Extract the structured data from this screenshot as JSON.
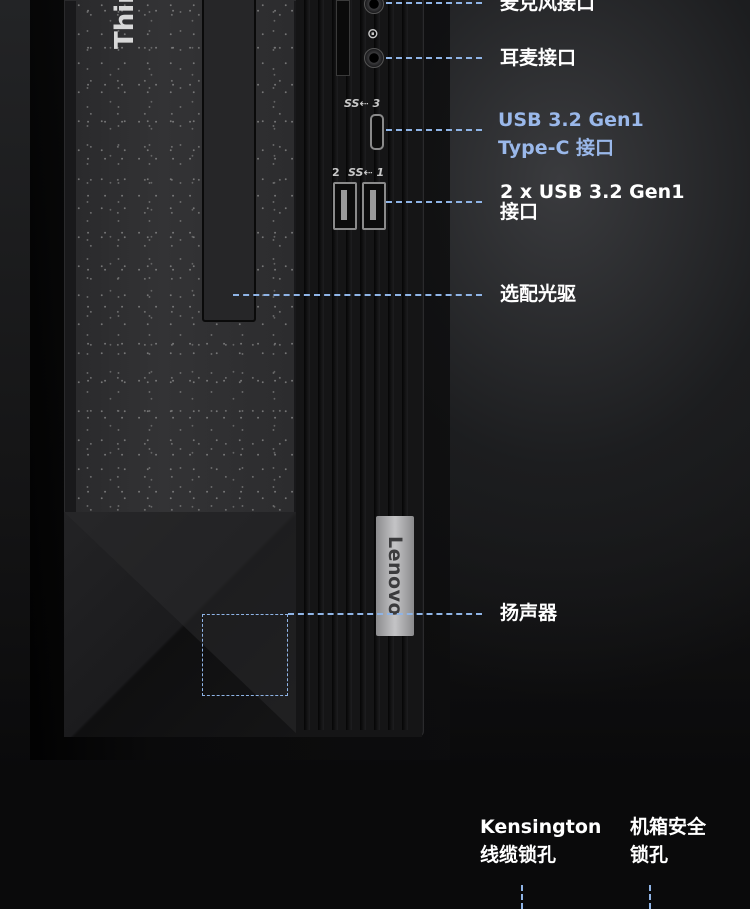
{
  "brand": {
    "chassis_logo": "ThinkCentre",
    "badge": "Lenovo"
  },
  "port_markings": {
    "usbc_mark": "SS⇠ 3",
    "usba_left_num": "2",
    "usba_right_mark": "SS⇠ 1"
  },
  "callouts": {
    "mic_label": "麦克风接口",
    "headset_label": "耳麦接口",
    "usbc_line1": "USB 3.2 Gen1",
    "usbc_line2": "Type-C 接口",
    "usba_line1": "2 x USB 3.2 Gen1",
    "usba_line2": "接口",
    "optical_label": "选配光驱",
    "speaker_label": "扬声器"
  },
  "bottom_callouts": {
    "kensington_line1": "Kensington",
    "kensington_line2": "线缆锁孔",
    "case_lock_line1": "机箱安全",
    "case_lock_line2": "锁孔"
  },
  "colors": {
    "accent": "#9ab8ea",
    "dash": "#8fb4e6",
    "text": "#ffffff",
    "background": "#0b0b0c"
  }
}
